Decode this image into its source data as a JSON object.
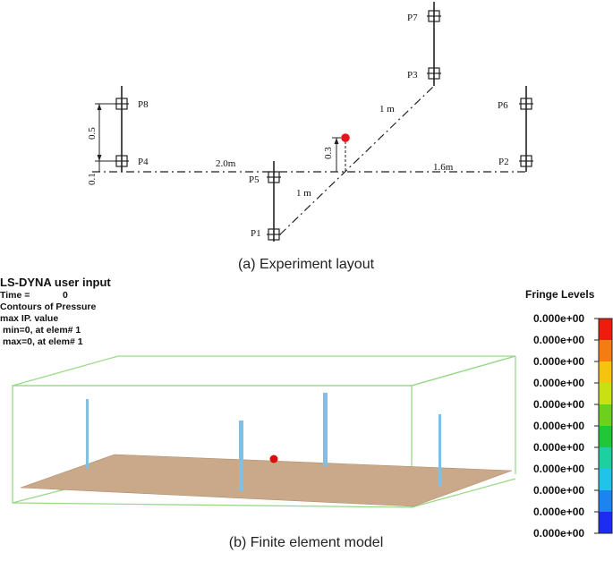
{
  "layout": {
    "caption": "(a) Experiment layout",
    "points": [
      {
        "id": "p7",
        "label": "P7"
      },
      {
        "id": "p3",
        "label": "P3"
      },
      {
        "id": "p8",
        "label": "P8"
      },
      {
        "id": "p6",
        "label": "P6"
      },
      {
        "id": "p4",
        "label": "P4"
      },
      {
        "id": "p2",
        "label": "P2"
      },
      {
        "id": "p5",
        "label": "P5"
      },
      {
        "id": "p1",
        "label": "P1"
      }
    ],
    "dimensions": {
      "left_horizontal": "2.0m",
      "right_horizontal": "1.6m",
      "diag_upper": "1 m",
      "diag_lower": "1 m",
      "charge_height": "0.3",
      "p8_spacing": "0.5",
      "p4_height": "0.1"
    },
    "charge_color": "#e8141c"
  },
  "fem": {
    "caption": "(b) Finite element model",
    "header": {
      "title": "LS-DYNA user input",
      "time_label": "Time =",
      "time_value": "0",
      "contours": "Contours of Pressure",
      "max_ip": "max IP. value",
      "min_line": "min=0, at elem# 1",
      "max_line": "max=0, at elem# 1"
    },
    "fringe": {
      "title": "Fringe Levels",
      "levels": [
        {
          "value": "0.000e+00",
          "color": "#ee1c0c"
        },
        {
          "value": "0.000e+00",
          "color": "#f47c10"
        },
        {
          "value": "0.000e+00",
          "color": "#f6c410"
        },
        {
          "value": "0.000e+00",
          "color": "#c8e014"
        },
        {
          "value": "0.000e+00",
          "color": "#6cd01c"
        },
        {
          "value": "0.000e+00",
          "color": "#20c838"
        },
        {
          "value": "0.000e+00",
          "color": "#1cd0a0"
        },
        {
          "value": "0.000e+00",
          "color": "#20c4e8"
        },
        {
          "value": "0.000e+00",
          "color": "#1c84f0"
        },
        {
          "value": "0.000e+00",
          "color": "#1c2cf0"
        },
        {
          "value": "0.000e+00",
          "color": ""
        }
      ]
    },
    "colors": {
      "ground": "#c9a98a",
      "box": "#9ad88a",
      "rod": "#7fc0e6",
      "charge": "#d8100c"
    }
  }
}
